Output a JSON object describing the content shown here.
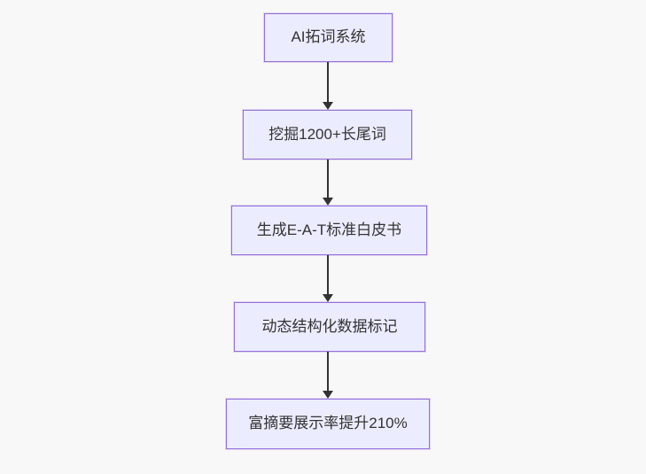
{
  "diagram": {
    "type": "flowchart",
    "direction": "top-down",
    "nodes": [
      {
        "id": "n1",
        "label": "AI拓词系统"
      },
      {
        "id": "n2",
        "label": "挖掘1200+长尾词"
      },
      {
        "id": "n3",
        "label": "生成E-A-T标准白皮书"
      },
      {
        "id": "n4",
        "label": "动态结构化数据标记"
      },
      {
        "id": "n5",
        "label": "富摘要展示率提升210%"
      }
    ],
    "edges": [
      {
        "from": "n1",
        "to": "n2"
      },
      {
        "from": "n2",
        "to": "n3"
      },
      {
        "from": "n3",
        "to": "n4"
      },
      {
        "from": "n4",
        "to": "n5"
      }
    ],
    "theme": {
      "background": "#f8f8f8",
      "node_fill": "#ECECFF",
      "node_border": "#9370DB",
      "arrow_color": "#333333",
      "text_color": "#333333"
    }
  }
}
